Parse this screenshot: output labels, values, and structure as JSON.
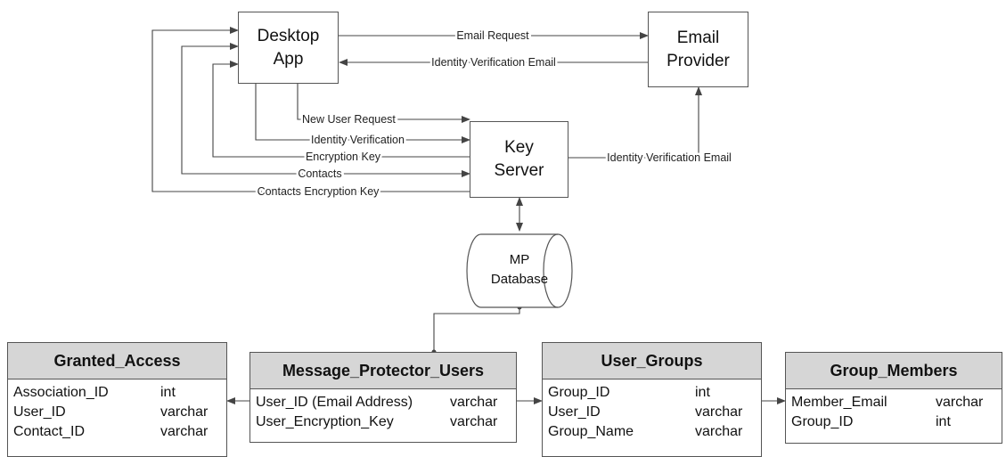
{
  "nodes": {
    "desktop_app": [
      "Desktop",
      "App"
    ],
    "email_provider": [
      "Email",
      "Provider"
    ],
    "key_server": [
      "Key",
      "Server"
    ],
    "database": [
      "MP",
      "Database"
    ]
  },
  "edges": {
    "email_request": "Email Request",
    "identity_verification_email_to_app": "Identity Verification Email",
    "new_user_request": "New User Request",
    "identity_verification": "Identity Verification",
    "encryption_key": "Encryption Key",
    "contacts": "Contacts",
    "contacts_encryption_key": "Contacts Encryption Key",
    "identity_verification_email_from_server": "Identity Verification Email"
  },
  "tables": {
    "granted_access": {
      "title": "Granted_Access",
      "rows": [
        {
          "name": "Association_ID",
          "type": "int"
        },
        {
          "name": "User_ID",
          "type": "varchar"
        },
        {
          "name": "Contact_ID",
          "type": "varchar"
        }
      ]
    },
    "message_protector_users": {
      "title": "Message_Protector_Users",
      "rows": [
        {
          "name": "User_ID (Email Address)",
          "type": "varchar"
        },
        {
          "name": "User_Encryption_Key",
          "type": "varchar"
        }
      ]
    },
    "user_groups": {
      "title": "User_Groups",
      "rows": [
        {
          "name": "Group_ID",
          "type": "int"
        },
        {
          "name": "User_ID",
          "type": "varchar"
        },
        {
          "name": "Group_Name",
          "type": "varchar"
        }
      ]
    },
    "group_members": {
      "title": "Group_Members",
      "rows": [
        {
          "name": "Member_Email",
          "type": "varchar"
        },
        {
          "name": "Group_ID",
          "type": "int"
        }
      ]
    }
  }
}
